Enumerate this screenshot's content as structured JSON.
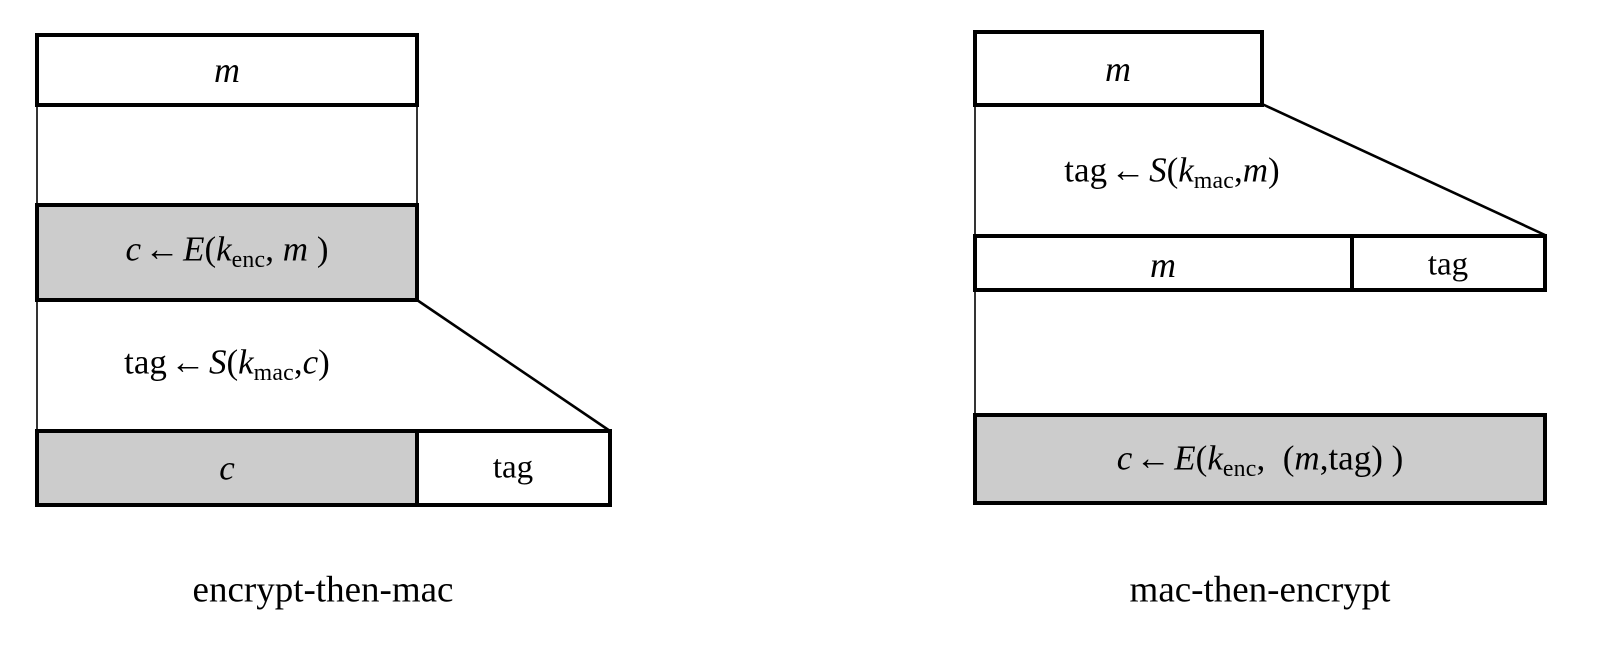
{
  "figure": {
    "type": "diagram",
    "kind": "cryptography-construction-comparison",
    "background_color": "#ffffff",
    "highlight_color": "#cccccc",
    "stroke_color": "#000000"
  },
  "panels": [
    {
      "id": "encrypt-then-mac",
      "caption": "encrypt-then-mac",
      "rows": [
        {
          "id": "msg",
          "shaded": false,
          "segments": [
            {
              "label": "m",
              "italic": true
            }
          ]
        },
        {
          "id": "enc-step",
          "shaded": true,
          "expression": {
            "lhs": "c",
            "arrow": "←",
            "fn": "E",
            "key": "k",
            "key_sub": "enc",
            "arg": "m",
            "plain": "c ← E(k_enc, m )"
          }
        },
        {
          "id": "mac-step",
          "shaded": false,
          "expression": {
            "lhs": "tag",
            "arrow": "←",
            "fn": "S",
            "key": "k",
            "key_sub": "mac",
            "arg": "c",
            "plain": "tag ← S(k_mac, c)"
          }
        },
        {
          "id": "output",
          "shaded": true,
          "segments": [
            {
              "label": "c",
              "italic": true,
              "shaded": true
            },
            {
              "label": "tag",
              "italic": false,
              "shaded": false
            }
          ]
        }
      ]
    },
    {
      "id": "mac-then-encrypt",
      "caption": "mac-then-encrypt",
      "rows": [
        {
          "id": "msg",
          "shaded": false,
          "segments": [
            {
              "label": "m",
              "italic": true
            }
          ]
        },
        {
          "id": "mac-step",
          "shaded": false,
          "expression": {
            "lhs": "tag",
            "arrow": "←",
            "fn": "S",
            "key": "k",
            "key_sub": "mac",
            "arg": "m",
            "plain": "tag ← S(k_mac, m)"
          }
        },
        {
          "id": "mid",
          "shaded": false,
          "segments": [
            {
              "label": "m",
              "italic": true
            },
            {
              "label": "tag",
              "italic": false
            }
          ]
        },
        {
          "id": "enc-step",
          "shaded": true,
          "expression": {
            "lhs": "c",
            "arrow": "←",
            "fn": "E",
            "key": "k",
            "key_sub": "enc",
            "arg": "(m, tag)",
            "plain": "c ← E(k_enc,  (m, tag) )"
          }
        }
      ]
    }
  ],
  "glyphs": {
    "m": "m",
    "c": "c",
    "tag": "tag",
    "left_arrow": "←",
    "k": "k",
    "sub_enc": "enc",
    "sub_mac": "mac",
    "E": "E",
    "S": "S",
    "lparen": "(",
    "rparen": ")",
    "comma": ","
  },
  "captions": {
    "left": "encrypt-then-mac",
    "right": "mac-then-encrypt"
  }
}
